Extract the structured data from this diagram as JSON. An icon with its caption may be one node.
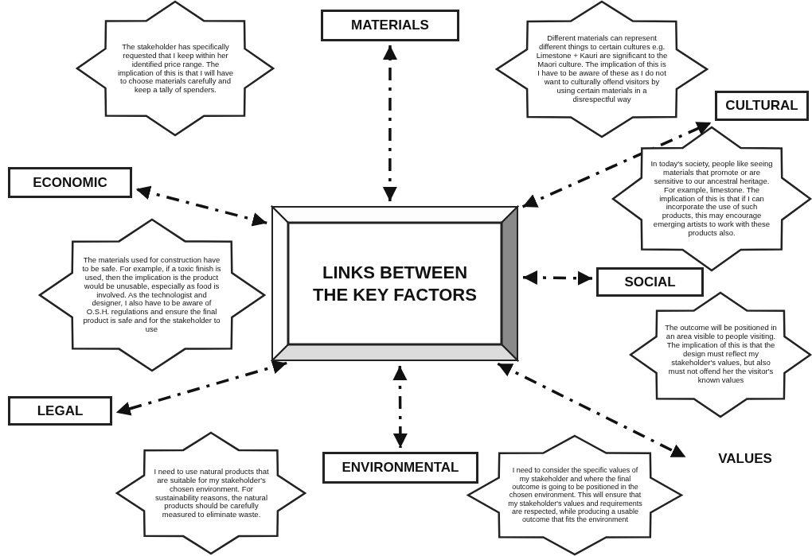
{
  "diagram": {
    "nodes": [
      {
        "text": [
          "LINKS BETWEEN THE KEY FACTORS"
        ]
      },
      {
        "text": [
          "MATERIALS"
        ]
      },
      {
        "text": [
          "CULTURAL"
        ]
      },
      {
        "text": [
          "ECONOMIC"
        ]
      },
      {
        "text": [
          "SOCIAL"
        ]
      },
      {
        "text": [
          "LEGAL"
        ]
      },
      {
        "text": [
          "ENVIRONMENTAL"
        ]
      },
      {
        "text": [
          "VALUES"
        ]
      },
      {
        "text": [
          "The stakeholder has specifically requested that I keep within her identified price range. The implication of this is that I will have to choose materials carefully and keep a tally of spenders."
        ]
      },
      {
        "text": [
          "Different materials can represent different things to certain cultures e.g. Limestone + Kauri are significant to the Maori culture. The implication of this is I have to be aware of these as I do not want to culturally offend visitors by using certain materials in a disrespectful way"
        ]
      },
      {
        "text": [
          "In today's society, people like seeing materials that promote or are sensitive to our ancestral heritage. For example, limestone. The implication of this is that if I can incorporate the use of such products, this may encourage emerging artists to work with these products also."
        ]
      },
      {
        "text": [
          "The materials used for construction have to be safe. For example, if a toxic finish is used, then the implication is the product would be unusable, especially as food is involved. As the technologist and designer, I also have to be aware of O.S.H. regulations and ensure the final product is safe and for the stakeholder to use"
        ]
      },
      {
        "text": [
          "The outcome will be positioned in an area visible to people visiting. The implication of this is that the design must reflect my stakeholder's values, but also must not offend her the visitor's known values"
        ]
      },
      {
        "text": [
          "I need to use natural products that are suitable for my stakeholder's chosen environment. For sustainability reasons, the natural products should be carefully measured to eliminate waste."
        ]
      },
      {
        "text": [
          "I need to consider the specific values of my stakeholder and where the final outcome is going to be positioned in the chosen environment. This will ensure that my stakeholder's values and requirements are respected, while producing a usable outcome that fits the environment"
        ]
      }
    ],
    "edges": [
      {
        "from": 0,
        "to": 1,
        "arrow": "both"
      },
      {
        "from": 0,
        "to": 2,
        "arrow": "both"
      },
      {
        "from": 0,
        "to": 3,
        "arrow": "both"
      },
      {
        "from": 0,
        "to": 4,
        "arrow": "both"
      },
      {
        "from": 0,
        "to": 5,
        "arrow": "both"
      },
      {
        "from": 0,
        "to": 6,
        "arrow": "both"
      },
      {
        "from": 0,
        "to": 7,
        "arrow": "both"
      }
    ]
  }
}
